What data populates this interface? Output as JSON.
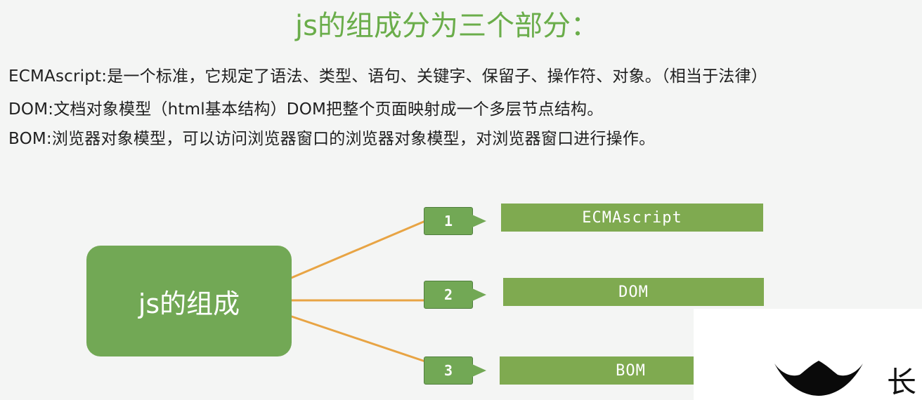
{
  "title": "js的组成分为三个部分：",
  "descriptions": {
    "ecma": "ECMAscript:是一个标准，它规定了语法、类型、语句、关键字、保留子、操作符、对象。（相当于法律）",
    "dom": "DOM:文档对象模型（html基本结构）DOM把整个页面映射成一个多层节点结构。",
    "bom": "BOM:浏览器对象模型，可以访问浏览器窗口的浏览器对象模型，对浏览器窗口进行操作。"
  },
  "diagram": {
    "root": "js的组成",
    "branches": [
      {
        "number": "1",
        "label": "ECMAscript"
      },
      {
        "number": "2",
        "label": "DOM"
      },
      {
        "number": "3",
        "label": "BOM"
      }
    ],
    "connector_color": "#e8a444",
    "node_color": "#72a855"
  },
  "watermark": {
    "text": "长"
  }
}
